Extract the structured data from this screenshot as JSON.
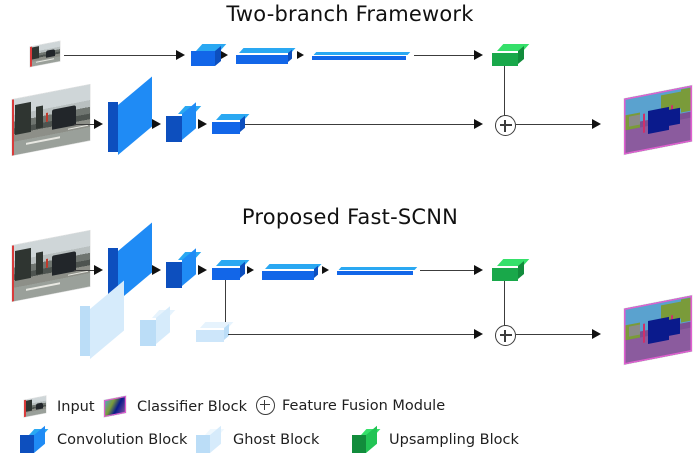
{
  "figure": {
    "sections": [
      {
        "id": "top",
        "title": "Two-branch Framework"
      },
      {
        "id": "bottom",
        "title": "Proposed Fast-SCNN"
      }
    ]
  },
  "colors": {
    "conv_front": "#1266E8",
    "conv_top": "#2AA8F2",
    "conv_side": "#0D4FBE",
    "ghost_front": "#CDE6FA",
    "ghost_top": "#E6F3FD",
    "ghost_side": "#BBDDF7",
    "upsample_front": "#19A84A",
    "upsample_top": "#35E06A",
    "upsample_side": "#128C3C",
    "arrow": "#111111",
    "line": "#3C3C3C",
    "input_edge": "#D93B3B",
    "seg_border": "#E05FD0"
  },
  "nodes": {
    "input_icon": "input-image",
    "segmentation_icon": "classifier-output-image",
    "fusion_symbol": "+"
  },
  "legend": {
    "row1": [
      {
        "icon": "input-thumbnail-icon",
        "label": "Input"
      },
      {
        "icon": "classifier-block-icon",
        "label": "Classifier Block"
      },
      {
        "icon": "plus-circle-icon",
        "label": "Feature Fusion Module"
      }
    ],
    "row2": [
      {
        "icon": "convolution-block-icon",
        "label": "Convolution Block"
      },
      {
        "icon": "ghost-block-icon",
        "label": "Ghost Block"
      },
      {
        "icon": "upsampling-block-icon",
        "label": "Upsampling Block"
      }
    ]
  }
}
